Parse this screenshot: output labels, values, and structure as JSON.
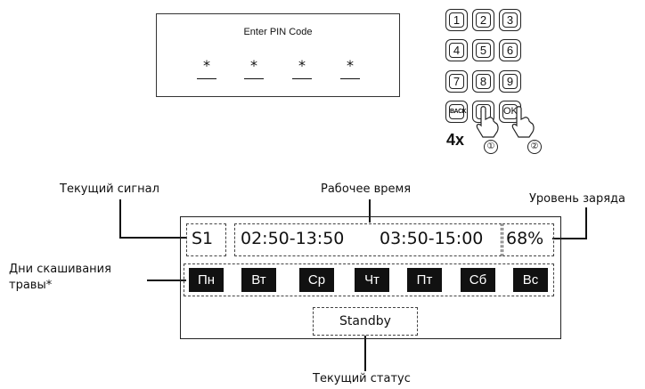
{
  "pin": {
    "title": "Enter PIN Code",
    "digits": [
      "*",
      "*",
      "*",
      "*"
    ]
  },
  "keypad": {
    "rows": [
      [
        "1",
        "2",
        "3"
      ],
      [
        "4",
        "5",
        "6"
      ],
      [
        "7",
        "8",
        "9"
      ],
      [
        "BACK",
        "0",
        "OK"
      ]
    ],
    "press_count": "4x",
    "step1": "①",
    "step2": "②"
  },
  "labels": {
    "current_signal": "Текущий сигнал",
    "working_time": "Рабочее время",
    "charge_level": "Уровень заряда",
    "mowing_days_line1": "Дни скашивания",
    "mowing_days_line2": "травы*",
    "current_status": "Текущий статус"
  },
  "display": {
    "signal": "S1",
    "time1": "02:50-13:50",
    "time2": "03:50-15:00",
    "battery": "68%",
    "days": [
      "Пн",
      "Вт",
      "Ср",
      "Чт",
      "Пт",
      "Сб",
      "Вс"
    ],
    "status": "Standby"
  }
}
